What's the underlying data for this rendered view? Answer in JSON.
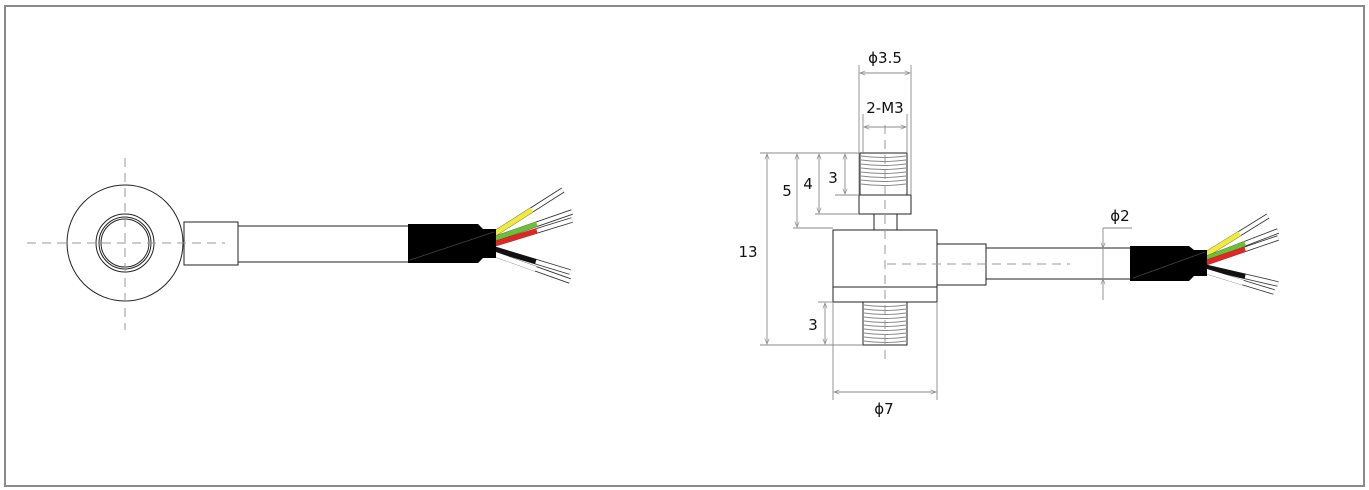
{
  "dimensions": {
    "thread_diameter": "ϕ3.5",
    "thread_spec": "2-M3",
    "overall_height": "13",
    "height_5": "5",
    "height_4": "4",
    "top_thread_length": "3",
    "bottom_thread_length": "3",
    "body_diameter": "ϕ7",
    "cable_diameter": "ϕ2"
  },
  "wire_colors": [
    "#f2ea3a",
    "#6cbf3a",
    "#e52521",
    "#111111",
    "#ffffff"
  ],
  "colors": {
    "frame": "#8a8a8a",
    "sleeve": "#000000",
    "dimension": "#8a8a8a"
  }
}
